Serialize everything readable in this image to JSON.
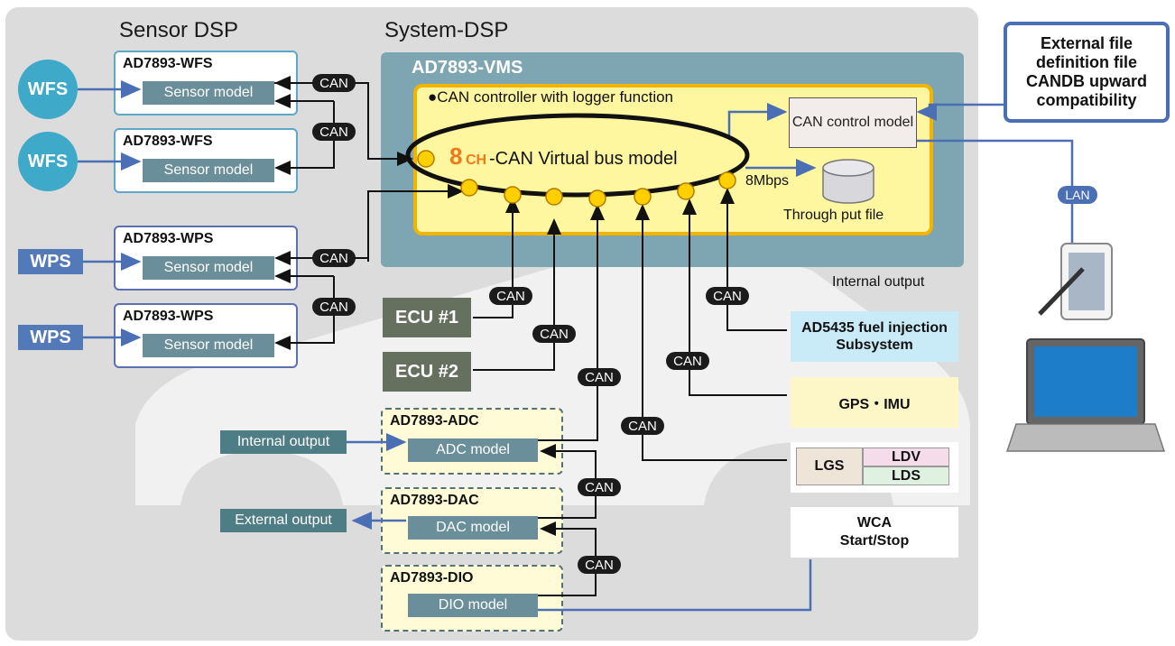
{
  "headings": {
    "sensor_dsp": "Sensor DSP",
    "system_dsp": "System-DSP"
  },
  "sensors": [
    {
      "box_title": "AD7893-WFS",
      "model": "Sensor model",
      "input": "WFS"
    },
    {
      "box_title": "AD7893-WFS",
      "model": "Sensor model",
      "input": "WFS"
    },
    {
      "box_title": "AD7893-WPS",
      "model": "Sensor model",
      "input": "WPS"
    },
    {
      "box_title": "AD7893-WPS",
      "model": "Sensor model",
      "input": "WPS"
    }
  ],
  "vms": {
    "title": "AD7893-VMS",
    "controller_label": "●CAN controller with logger function",
    "bus_prefix": "8",
    "bus_ch": "CH",
    "bus_label": "-CAN Virtual bus model",
    "can_control": "CAN control model",
    "rate": "8Mbps",
    "throughput": "Through put file",
    "internal_output": "Internal output"
  },
  "can_tag": "CAN",
  "lan_tag": "LAN",
  "ecus": [
    "ECU #1",
    "ECU #2"
  ],
  "io": [
    {
      "title": "AD7893-ADC",
      "model": "ADC model",
      "tag": "Internal output"
    },
    {
      "title": "AD7893-DAC",
      "model": "DAC model",
      "tag": "External output"
    },
    {
      "title": "AD7893-DIO",
      "model": "DIO model"
    }
  ],
  "right": {
    "fuel": "AD5435 fuel injection Subsystem",
    "gps": "GPS・IMU",
    "lgs": "LGS",
    "ldv": "LDV",
    "lds": "LDS",
    "wca_line1": "WCA",
    "wca_line2": "Start/Stop"
  },
  "external_file": "External file definition file CANDB upward compatibility",
  "colors": {
    "bus_yellow": "#fff6a0",
    "bus_border": "#f2b400",
    "accent_blue": "#4a6fb5",
    "teal": "#3ea9c8",
    "orange": "#f07a1a"
  }
}
